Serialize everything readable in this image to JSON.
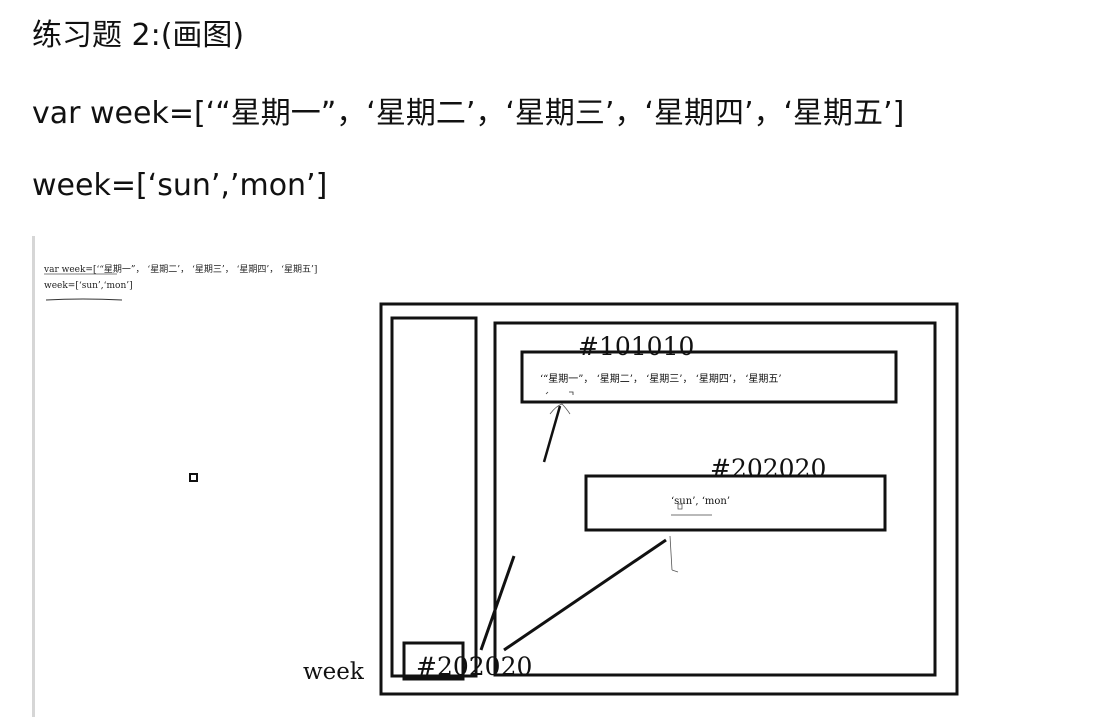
{
  "document": {
    "title": "练习题 2:(画图)",
    "line1": "var week=[‘“星期一”，‘星期二’，‘星期三’，‘星期四’，‘星期五’]",
    "line2": "week=[‘sun’,’mon’]"
  },
  "embedded_image": {
    "caption_line1": "var week=[‘“星期一”， ‘星期二’， ‘星期三’， ‘星期四’， ‘星期五’]",
    "caption_line2": "week=[‘sun’,‘mon’]",
    "diagram": {
      "heap_object_1": {
        "address": "#101010",
        "content": "‘“星期一”， ‘星期二’， ‘星期三’， ‘星期四’， ‘星期五’"
      },
      "heap_object_2": {
        "address": "#202020",
        "content": "‘sun’, ‘mon’"
      },
      "stack_variable": {
        "name": "week",
        "value": "#202020"
      }
    }
  }
}
